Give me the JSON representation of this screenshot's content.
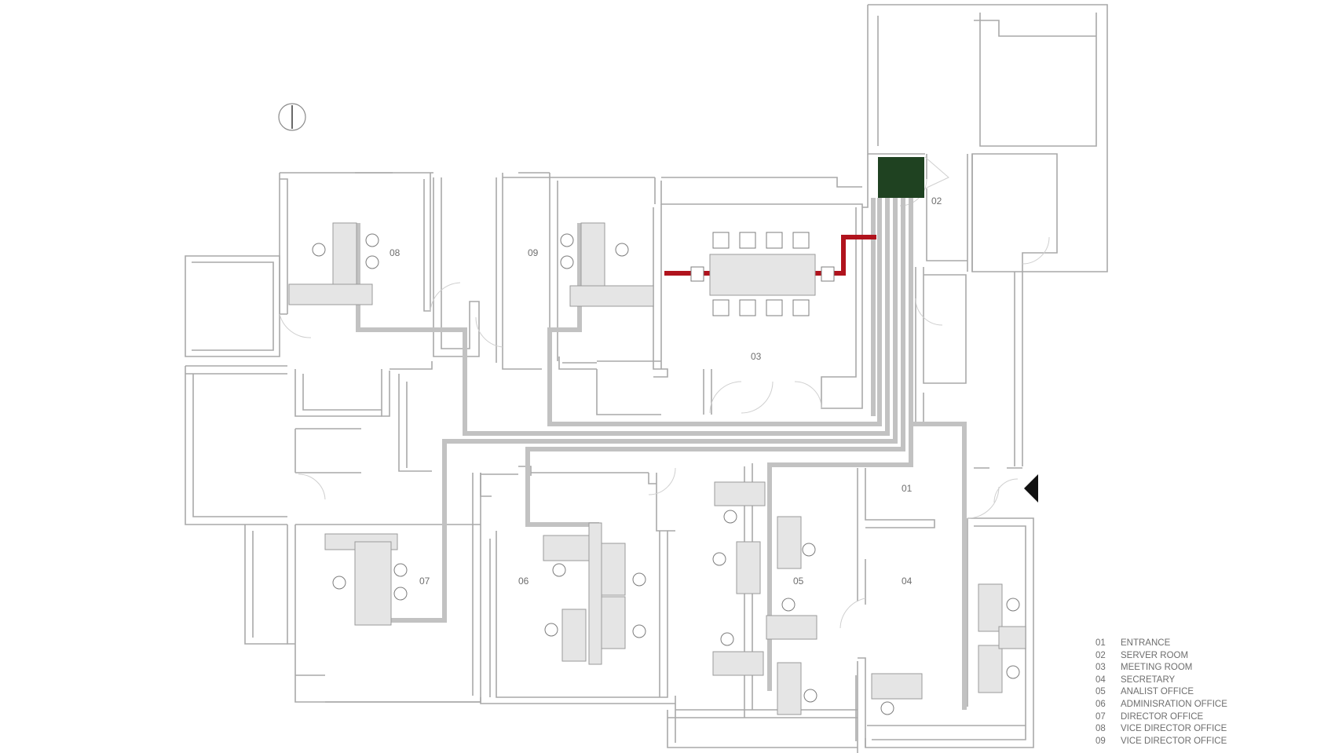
{
  "colors": {
    "wall": "#a9a9a9",
    "cable": "#c2c2c2",
    "network_cable": "#b0131d",
    "server_rack": "#1f4221",
    "furniture": "#e5e5e5",
    "entrance_arrow": "#111111"
  },
  "icons": {
    "north_arrow": "compass-icon",
    "entrance_marker": "entrance-arrow-icon"
  },
  "rooms": [
    {
      "num": "01",
      "label": "01"
    },
    {
      "num": "02",
      "label": "02"
    },
    {
      "num": "03",
      "label": "03"
    },
    {
      "num": "04",
      "label": "04"
    },
    {
      "num": "05",
      "label": "05"
    },
    {
      "num": "06",
      "label": "06"
    },
    {
      "num": "07",
      "label": "07"
    },
    {
      "num": "08",
      "label": "08"
    },
    {
      "num": "09",
      "label": "09"
    }
  ],
  "legend": [
    {
      "num": "01",
      "name": "ENTRANCE"
    },
    {
      "num": "02",
      "name": "SERVER ROOM"
    },
    {
      "num": "03",
      "name": "MEETING ROOM"
    },
    {
      "num": "04",
      "name": "SECRETARY"
    },
    {
      "num": "05",
      "name": "ANALIST OFFICE"
    },
    {
      "num": "06",
      "name": "ADMINISRATION OFFICE"
    },
    {
      "num": "07",
      "name": "DIRECTOR OFFICE"
    },
    {
      "num": "08",
      "name": "VICE DIRECTOR OFFICE"
    },
    {
      "num": "09",
      "name": "VICE DIRECTOR OFFICE"
    }
  ]
}
